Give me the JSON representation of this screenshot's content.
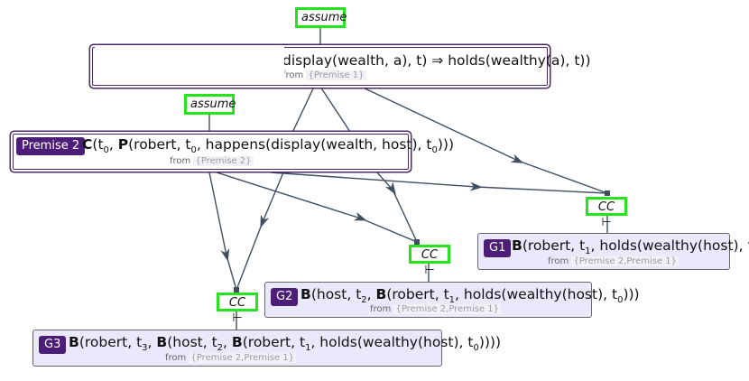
{
  "assume_tags": [
    "assume",
    "assume"
  ],
  "cc_tags": [
    "CC ⊢",
    "CC ⊢",
    "CC ⊢"
  ],
  "premise1": {
    "formula_visible": "display(wealth, a), t) ⇒ holds(wealthy(a), t))",
    "from_label": "from",
    "from_source": "{Premise 1}"
  },
  "premise2": {
    "badge": "Premise 2",
    "from_label": "from",
    "from_source": "{Premise 2}"
  },
  "goals": {
    "g1": {
      "badge": "G1",
      "from_label": "from",
      "from_source": "{Premise 2,Premise 1}"
    },
    "g2": {
      "badge": "G2",
      "from_label": "from",
      "from_source": "{Premise 2,Premise 1}"
    },
    "g3": {
      "badge": "G3",
      "from_label": "from",
      "from_source": "{Premise 2,Premise 1}"
    }
  },
  "colors": {
    "tag_border": "#27e21f",
    "badge_bg": "#4c1e78",
    "goal_bg": "#e9e9fb",
    "edge": "#3f4e60"
  }
}
